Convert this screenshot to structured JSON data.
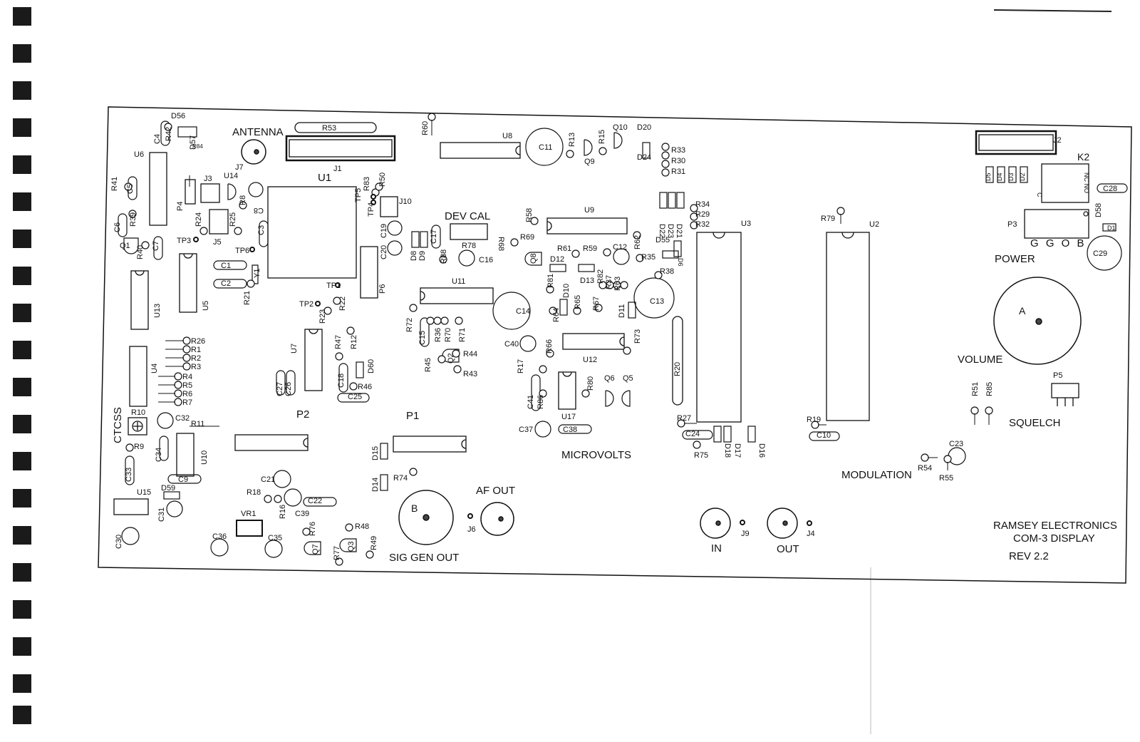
{
  "board": {
    "maker": "RAMSEY ELECTRONICS",
    "model": "COM-3 DISPLAY",
    "revision": "REV 2.2"
  },
  "sections": {
    "antenna": "ANTENNA",
    "dev_cal": "DEV CAL",
    "power": "POWER",
    "volume": "VOLUME",
    "squelch": "SQUELCH",
    "ctcss": "CTCSS",
    "microvolts": "MICROVOLTS",
    "modulation": "MODULATION",
    "af_out": "AF OUT",
    "sig_gen_out": "SIG GEN OUT",
    "in": "IN",
    "out": "OUT",
    "relay_pins": "G G O B",
    "relay_c": "C",
    "relay_nc_no": "NC NO"
  },
  "components": [
    "U1",
    "U2",
    "U3",
    "U4",
    "U5",
    "U6",
    "U7",
    "U8",
    "U9",
    "U10",
    "U11",
    "U12",
    "U13",
    "U14",
    "U15",
    "U17",
    "J1",
    "J2",
    "J3",
    "J4",
    "J5",
    "J6",
    "J7",
    "J9",
    "J10",
    "K2",
    "P1",
    "P2",
    "P3",
    "P4",
    "P5",
    "P6",
    "Q1",
    "Q2",
    "Q3",
    "Q5",
    "Q6",
    "Q7",
    "Q8",
    "Q9",
    "Q10",
    "C1",
    "C2",
    "C3",
    "C4",
    "C5",
    "C6",
    "C7",
    "C8",
    "C9",
    "C10",
    "C11",
    "C12",
    "C13",
    "C14",
    "C15",
    "C16",
    "C17",
    "C18",
    "C19",
    "C20",
    "C21",
    "C22",
    "C23",
    "C24",
    "C25",
    "C26",
    "C27",
    "C28",
    "C29",
    "C30",
    "C31",
    "C32",
    "C33",
    "C34",
    "C35",
    "C36",
    "C37",
    "C38",
    "C39",
    "C40",
    "C41",
    "R1",
    "R2",
    "R3",
    "R4",
    "R5",
    "R6",
    "R7",
    "R8",
    "R9",
    "R10",
    "R11",
    "R12",
    "R13",
    "R15",
    "R16",
    "R17",
    "R18",
    "R19",
    "R20",
    "R21",
    "R22",
    "R23",
    "R24",
    "R25",
    "R26",
    "R27",
    "R29",
    "R30",
    "R31",
    "R32",
    "R33",
    "R34",
    "R35",
    "R36",
    "R37",
    "R38",
    "R39",
    "R40",
    "R41",
    "R42",
    "R43",
    "R44",
    "R45",
    "R46",
    "R47",
    "R48",
    "R49",
    "R50",
    "R51",
    "R53",
    "R54",
    "R55",
    "R58",
    "R59",
    "R60",
    "R61",
    "R62",
    "R63",
    "R64",
    "R65",
    "R66",
    "R67",
    "R68",
    "R69",
    "R70",
    "R71",
    "R72",
    "R73",
    "R74",
    "R75",
    "R76",
    "R77",
    "R78",
    "R79",
    "R80",
    "R81",
    "R82",
    "R83",
    "R84",
    "R85",
    "R86",
    "R88",
    "D1",
    "D2",
    "D3",
    "D4",
    "D5",
    "D6",
    "D8",
    "D9",
    "D10",
    "D11",
    "D12",
    "D13",
    "D14",
    "D15",
    "D16",
    "D17",
    "D18",
    "D20",
    "D21",
    "D22",
    "D23",
    "D24",
    "D55",
    "D56",
    "D57",
    "D58",
    "D59",
    "D60",
    "TP1",
    "TP2",
    "TP3",
    "TP4",
    "TP5",
    "TP6",
    "VR1",
    "Y1",
    "A",
    "B"
  ]
}
